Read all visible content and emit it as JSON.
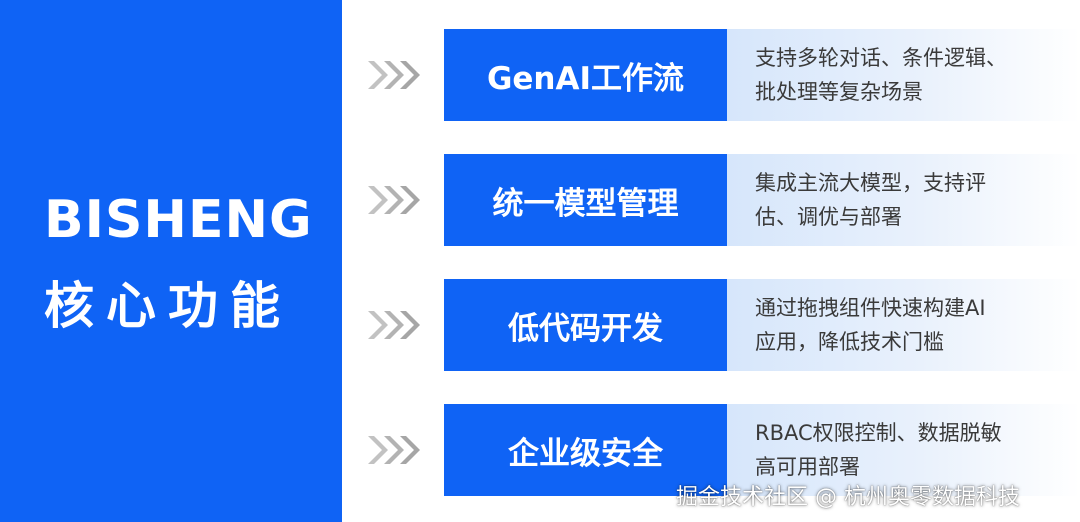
{
  "brand": {
    "title": "BISHENG",
    "subtitle": "核心功能"
  },
  "colors": {
    "primary": "#0f63f5",
    "desc_bg": "#d6e6fb",
    "arrow": "#bdbdbd",
    "text": "#3a3a3a"
  },
  "features": [
    {
      "title": "GenAI工作流",
      "desc_line1": "支持多轮对话、条件逻辑、",
      "desc_line2": "批处理等复杂场景"
    },
    {
      "title": "统一模型管理",
      "desc_line1": "集成主流大模型，支持评",
      "desc_line2": "估、调优与部署"
    },
    {
      "title": "低代码开发",
      "desc_line1": "通过拖拽组件快速构建AI",
      "desc_line2": "应用，降低技术门槛"
    },
    {
      "title": "企业级安全",
      "desc_line1": "RBAC权限控制、数据脱敏",
      "desc_line2": "高可用部署"
    }
  ],
  "icons": {
    "arrow": "triple-chevron-right-icon"
  },
  "watermark": "掘金技术社区 @ 杭州奥零数据科技"
}
